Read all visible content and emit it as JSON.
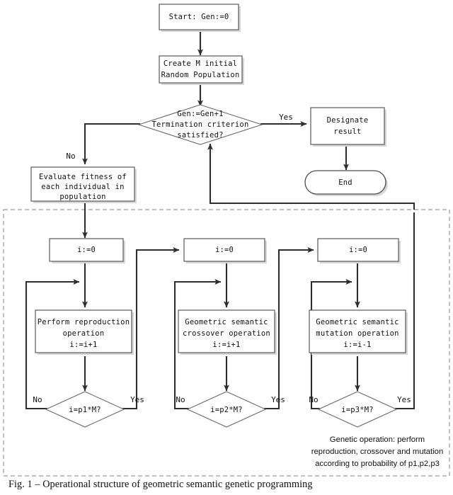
{
  "figure": {
    "caption": "Fig. 1 – Operational structure of geometric semantic genetic programming",
    "annotation": {
      "line1": "Genetic operation: perform",
      "line2": "reproduction, crossover and mutation",
      "line3": "according to probability of p1,p2,p3"
    }
  },
  "colors": {
    "background": "#ffffff",
    "node_stroke": "#4a4a4a",
    "connector": "#2e2e2e",
    "dashed_region": "#9a9a9a",
    "text": "#111111"
  },
  "nodes": {
    "start": {
      "text": "Start: Gen:=0"
    },
    "create_pop": {
      "line1": "Create M initial",
      "line2": "Random Population"
    },
    "termination": {
      "line1": "Gen:=Gen+1",
      "line2": "Termination criterion",
      "line3": "satisfied?"
    },
    "designate": {
      "line1": "Designate",
      "line2": "result"
    },
    "end": {
      "text": "End"
    },
    "evaluate": {
      "line1": "Evaluate fitness of",
      "line2": "each individual in",
      "line3": "population"
    },
    "init_i_1": {
      "text": "i:=0"
    },
    "init_i_2": {
      "text": "i:=0"
    },
    "init_i_3": {
      "text": "i:=0"
    },
    "reproduction": {
      "line1": "Perform reproduction",
      "line2": "operation",
      "line3": "i:=i+1"
    },
    "crossover": {
      "line1": "Geometric semantic",
      "line2": "crossover operation",
      "line3": "i:=i+1"
    },
    "mutation": {
      "line1": "Geometric semantic",
      "line2": "mutation operation",
      "line3": "i:=i-1"
    },
    "check_p1": {
      "text": "i=p1*M?"
    },
    "check_p2": {
      "text": "i=p2*M?"
    },
    "check_p3": {
      "text": "i=p3*M?"
    }
  },
  "edge_labels": {
    "term_yes": "Yes",
    "term_no": "No",
    "p1_no": "No",
    "p1_yes": "Yes",
    "p2_no": "No",
    "p2_yes": "Yes",
    "p3_no": "No",
    "p3_yes": "Yes"
  }
}
